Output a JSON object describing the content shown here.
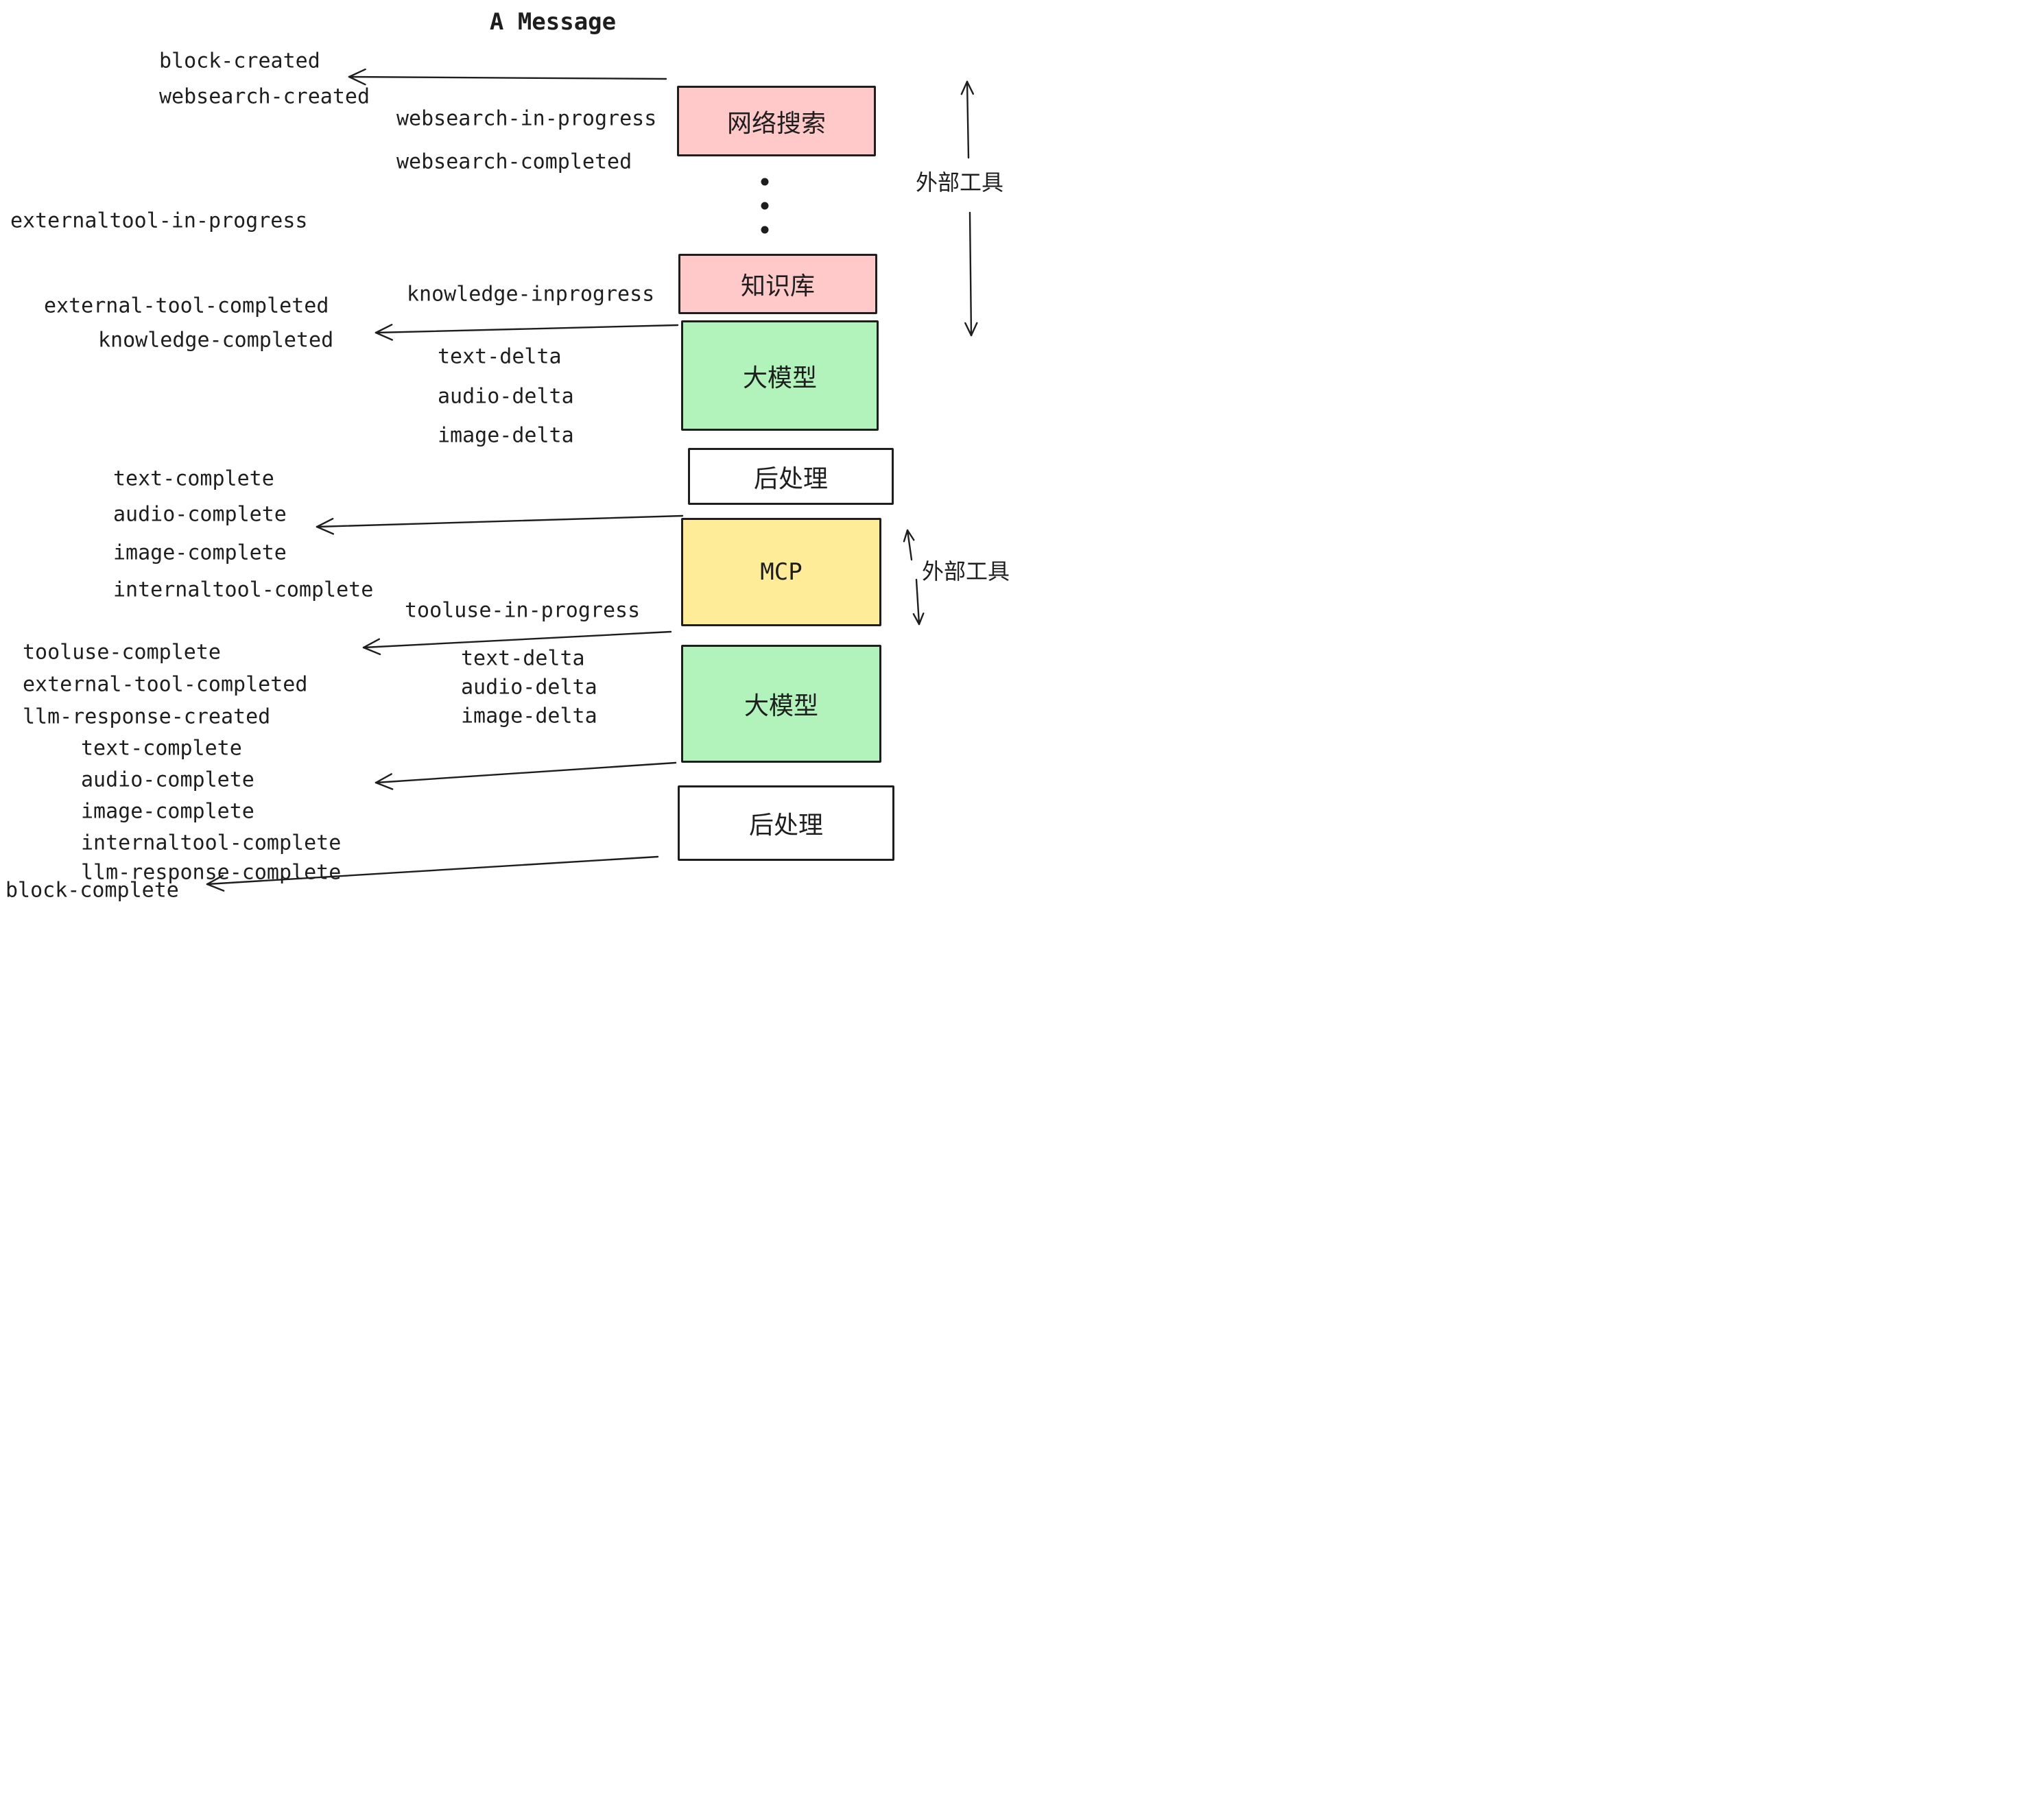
{
  "title": "A Message",
  "events": [
    {
      "id": "block-created",
      "label": "block-created"
    },
    {
      "id": "websearch-created",
      "label": "websearch-created"
    },
    {
      "id": "websearch-in-progress",
      "label": "websearch-in-progress"
    },
    {
      "id": "websearch-completed",
      "label": "websearch-completed"
    },
    {
      "id": "externaltool-in-progress",
      "label": "externaltool-in-progress"
    },
    {
      "id": "knowledge-inprogress",
      "label": "knowledge-inprogress"
    },
    {
      "id": "external-tool-completed-1",
      "label": "external-tool-completed"
    },
    {
      "id": "knowledge-completed",
      "label": "knowledge-completed"
    },
    {
      "id": "text-delta-1",
      "label": "text-delta"
    },
    {
      "id": "audio-delta-1",
      "label": "audio-delta"
    },
    {
      "id": "image-delta-1",
      "label": "image-delta"
    },
    {
      "id": "text-complete-1",
      "label": "text-complete"
    },
    {
      "id": "audio-complete-1",
      "label": "audio-complete"
    },
    {
      "id": "image-complete-1",
      "label": "image-complete"
    },
    {
      "id": "internaltool-complete-1",
      "label": "internaltool-complete"
    },
    {
      "id": "tooluse-in-progress",
      "label": "tooluse-in-progress"
    },
    {
      "id": "tooluse-complete",
      "label": "tooluse-complete"
    },
    {
      "id": "external-tool-completed-2",
      "label": "external-tool-completed"
    },
    {
      "id": "llm-response-created",
      "label": "llm-response-created"
    },
    {
      "id": "text-delta-2",
      "label": "text-delta"
    },
    {
      "id": "audio-delta-2",
      "label": "audio-delta"
    },
    {
      "id": "image-delta-2",
      "label": "image-delta"
    },
    {
      "id": "text-complete-2",
      "label": "text-complete"
    },
    {
      "id": "audio-complete-2",
      "label": "audio-complete"
    },
    {
      "id": "image-complete-2",
      "label": "image-complete"
    },
    {
      "id": "internaltool-complete-2",
      "label": "internaltool-complete"
    },
    {
      "id": "llm-response-complete",
      "label": "llm-response-complete"
    },
    {
      "id": "block-complete",
      "label": "block-complete"
    }
  ],
  "boxes": [
    {
      "id": "websearch",
      "label": "网络搜索",
      "color": "#ffc9c9"
    },
    {
      "id": "knowledge",
      "label": "知识库",
      "color": "#ffc9c9"
    },
    {
      "id": "llm-1",
      "label": "大模型",
      "color": "#b2f2bb"
    },
    {
      "id": "postprocess-1",
      "label": "后处理",
      "color": "#ffffff"
    },
    {
      "id": "mcp",
      "label": "MCP",
      "color": "#ffec99"
    },
    {
      "id": "llm-2",
      "label": "大模型",
      "color": "#b2f2bb"
    },
    {
      "id": "postprocess-2",
      "label": "后处理",
      "color": "#ffffff"
    }
  ],
  "annotations": [
    {
      "id": "external-tools-1",
      "label": "外部工具"
    },
    {
      "id": "external-tools-2",
      "label": "外部工具"
    }
  ],
  "icons": [
    {
      "id": "vertical-ellipsis",
      "glyph": "⋮"
    }
  ],
  "colors": {
    "ink": "#1e1e1e",
    "pink": "#ffc9c9",
    "green": "#b2f2bb",
    "yellow": "#ffec99",
    "white": "#ffffff"
  }
}
